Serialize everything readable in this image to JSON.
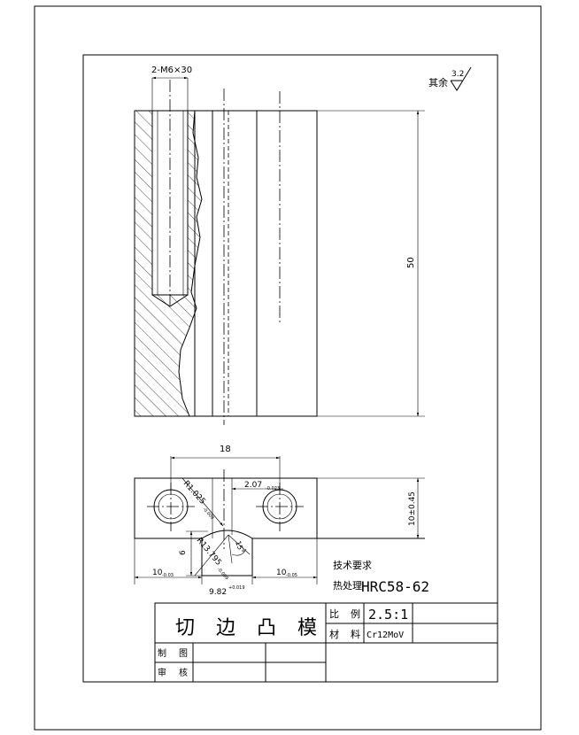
{
  "roughness": {
    "label": "其余",
    "value": "3.2"
  },
  "dimensions": {
    "thread": "2-M6×30",
    "height": "50",
    "hole_spacing": "18",
    "r1": "R1.025",
    "r1_tol": "-0.009",
    "offset": "2.07",
    "offset_tol": "-0.023",
    "r2": "R13.795",
    "r2_tol": "-0.009",
    "angle": "15°",
    "depth": "6",
    "left_w": "10",
    "left_w_tol": "-0.03",
    "right_w": "10",
    "right_w_tol": "-0.05",
    "center_w": "9.82",
    "center_w_tol": "+0.019",
    "width": "10±0.45"
  },
  "notes": {
    "title": "技术要求",
    "heat_label": "热处理",
    "heat_value": "HRC58-62"
  },
  "title_block": {
    "part_name": [
      "切",
      "边",
      "凸",
      "模"
    ],
    "scale_label": [
      "比",
      "例"
    ],
    "scale_value": "2.5:1",
    "material_label": [
      "材",
      "料"
    ],
    "material_value": "Cr12MoV",
    "drawn_label": [
      "制",
      "图"
    ],
    "checked_label": [
      "审",
      "核"
    ]
  }
}
